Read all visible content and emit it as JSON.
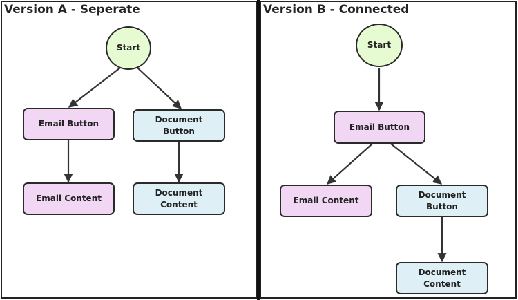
{
  "colors": {
    "start_fill": "#e7fbd3",
    "email_fill": "#f2d7f5",
    "document_fill": "#def0f5",
    "stroke": "#2a2a2a"
  },
  "version_a": {
    "title": "Version A - Seperate",
    "start": "Start",
    "email_button": "Email Button",
    "document_button": "Document Button",
    "email_content": "Email Content",
    "document_content": "Document Content"
  },
  "version_b": {
    "title": "Version B - Connected",
    "start": "Start",
    "email_button": "Email Button",
    "email_content": "Email Content",
    "document_button": "Document Button",
    "document_content": "Document Content"
  }
}
